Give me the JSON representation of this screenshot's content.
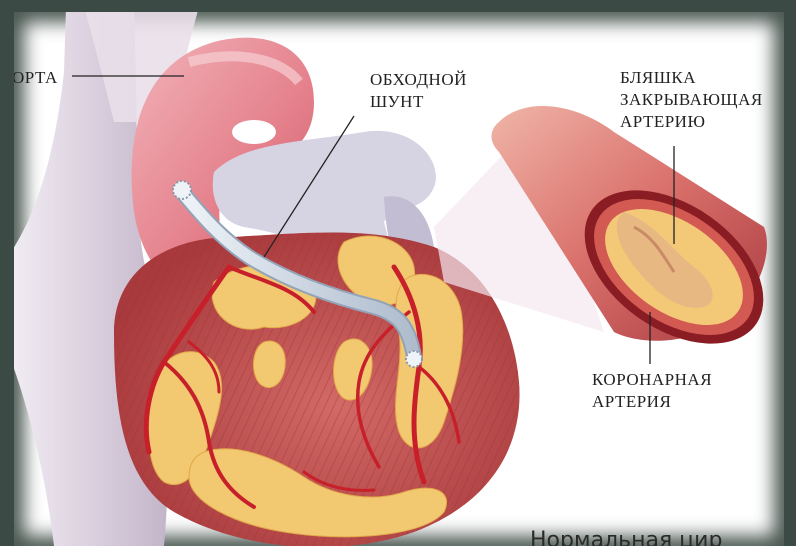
{
  "labels": {
    "aorta": "ОРТА",
    "bypass_line1": "ОБХОДНОЙ",
    "bypass_line2": "ШУНТ",
    "plaque_line1": "БЛЯШКА",
    "plaque_line2": "ЗАКРЫВАЮЩАЯ",
    "plaque_line3": "АРТЕРИЮ",
    "coronary_line1": "КОРОНАРНАЯ",
    "coronary_line2": "АРТЕРИЯ"
  },
  "caption": "Нормальная цир",
  "colors": {
    "frame": "#3b4a44",
    "heart_muscle": "#c8595a",
    "fat": "#f2c870",
    "artery": "#c8202a",
    "graft": "#cfd9e6",
    "aorta_pink": "#e98a92"
  },
  "icons": [
    "heart-illustration",
    "artery-cross-section"
  ]
}
